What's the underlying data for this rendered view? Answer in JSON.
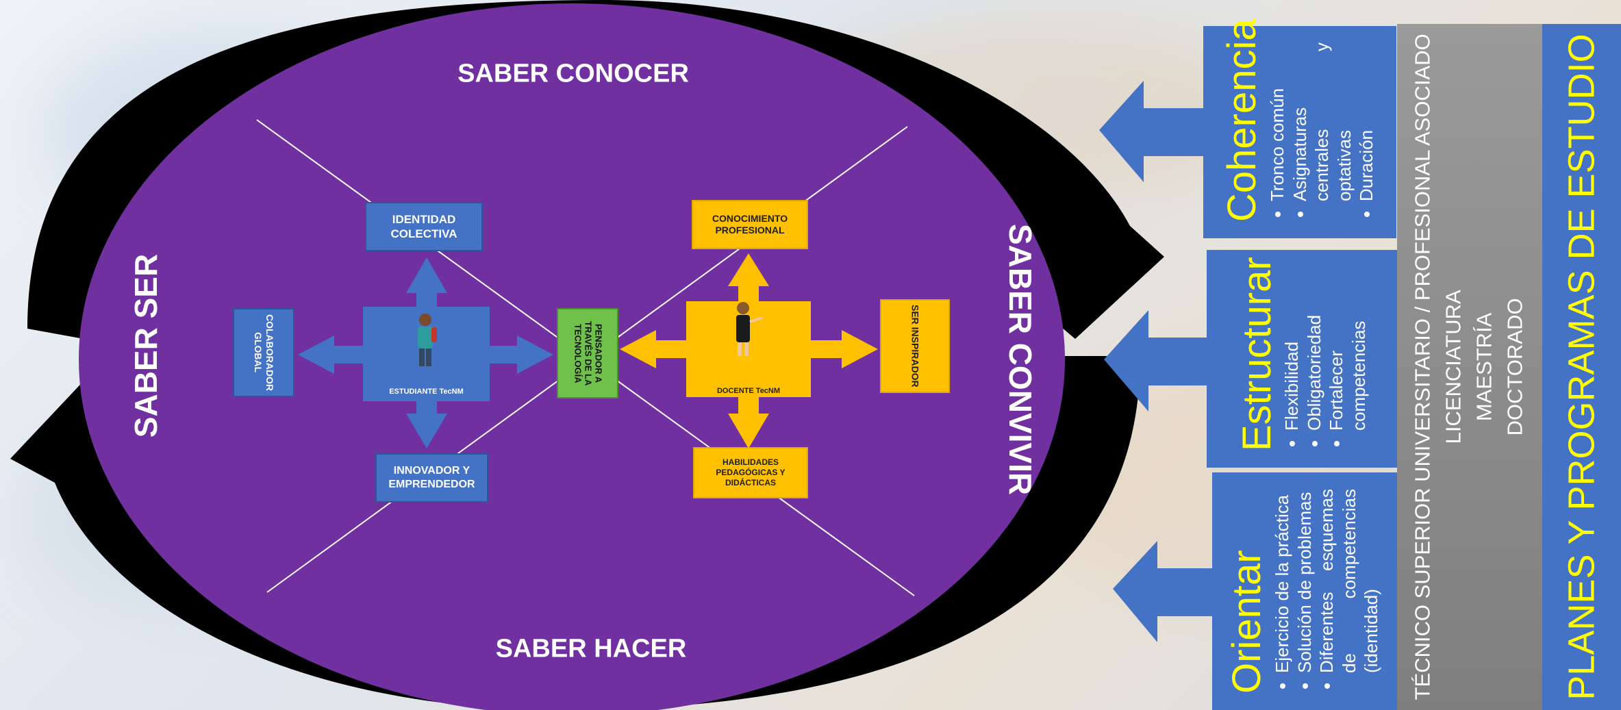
{
  "center": {
    "top_label": "SABER CONOCER",
    "bottom_label": "SABER HACER",
    "left_label": "SABER SER",
    "right_label": "SABER CONVIVIR"
  },
  "student": {
    "caption": "ESTUDIANTE TecNM",
    "top": "IDENTIDAD COLECTIVA",
    "left": "COLABORADOR GLOBAL",
    "bottom": "INNOVADOR Y EMPRENDEDOR"
  },
  "middle": "PENSADOR A TRAVÉS DE LA TECNOLOGÍA",
  "teacher": {
    "caption": "DOCENTE TecNM",
    "top": "CONOCIMIENTO PROFESIONAL",
    "right": "SER INSPIRADOR",
    "bottom": "HABILIDADES PEDAGÓGICAS Y DIDÁCTICAS"
  },
  "panels": [
    {
      "title": "Coherencia",
      "items": [
        "Tronco común",
        "Asignaturas centrales y optativas",
        "Duración"
      ]
    },
    {
      "title": "Estructurar",
      "items": [
        "Flexibilidad",
        "Obligatoriedad",
        "Fortalecer competencias"
      ]
    },
    {
      "title": "Orientar",
      "items": [
        "Ejercicio de la práctica",
        "Solución de problemas",
        "Diferentes esquemas de competencias (identidad)"
      ]
    }
  ],
  "levels": {
    "line1": "TÉCNICO SUPERIOR UNIVERSITARIO / PROFESIONAL ASOCIADO",
    "line2": "LICENCIATURA",
    "line3": "MAESTRÍA",
    "line4": "DOCTORADO"
  },
  "plans_title": "PLANES Y PROGRAMAS DE ESTUDIO",
  "colors": {
    "ellipse": "#7030a0",
    "blue": "#4472c4",
    "gold": "#ffc000",
    "green": "#70c04c",
    "title_yellow": "#ffff00",
    "gray": "#8c8c8c"
  }
}
